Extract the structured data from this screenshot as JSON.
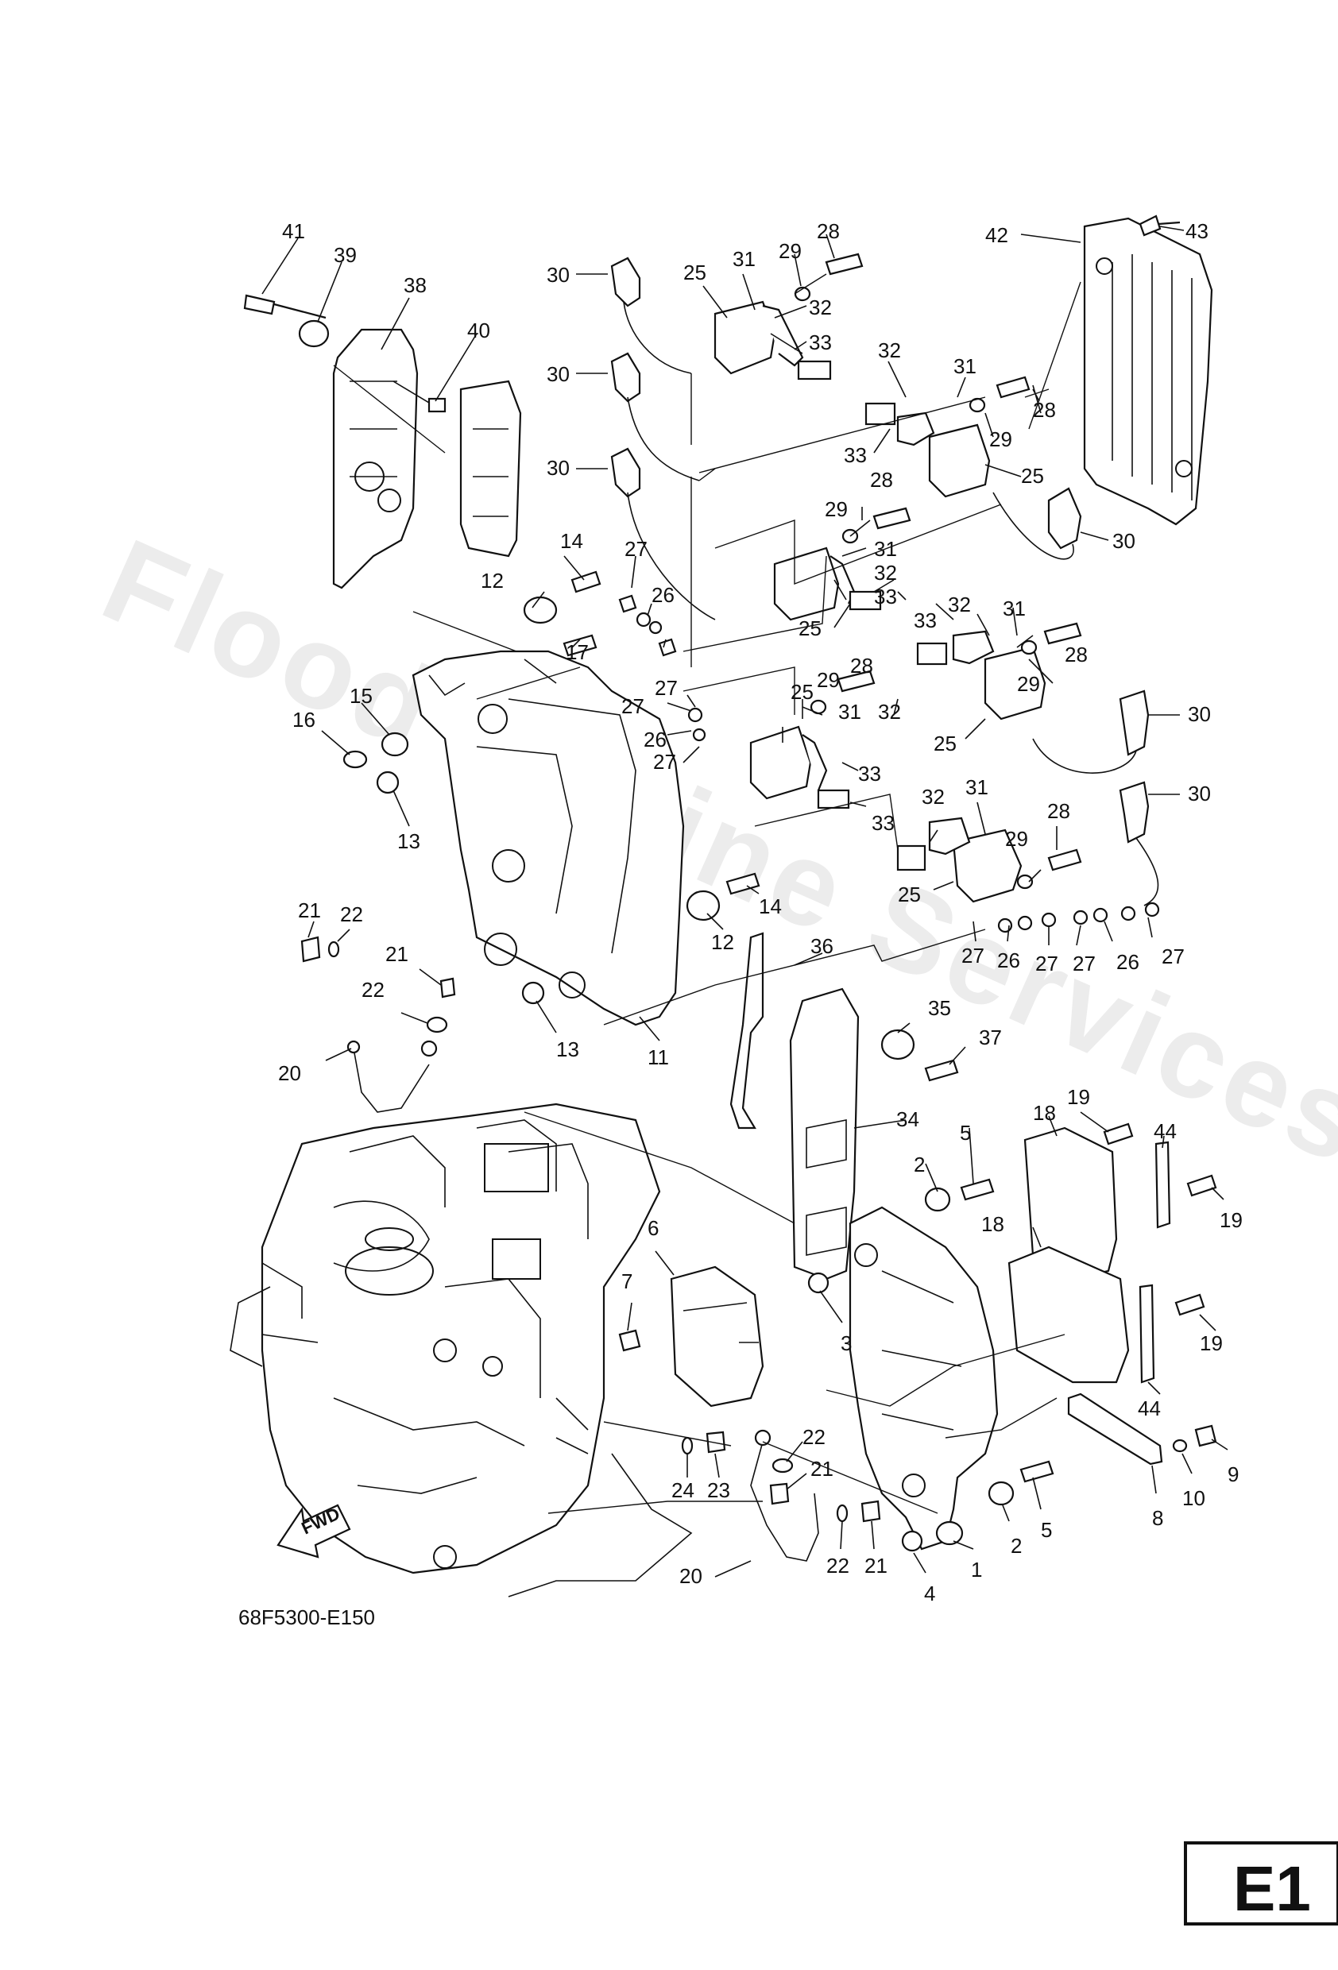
{
  "watermark": "Flood Marine Services",
  "diagram_code": "68F5300-E150",
  "page_badge": "E1",
  "forward_label": "FWD",
  "callouts": {
    "n1": "1",
    "n2a": "2",
    "n2b": "2",
    "n3": "3",
    "n4": "4",
    "n5a": "5",
    "n5b": "5",
    "n6": "6",
    "n7": "7",
    "n8": "8",
    "n9": "9",
    "n10": "10",
    "n11": "11",
    "n12a": "12",
    "n12b": "12",
    "n13a": "13",
    "n13b": "13",
    "n14a": "14",
    "n14b": "14",
    "n15": "15",
    "n16": "16",
    "n17": "17",
    "n18a": "18",
    "n18b": "18",
    "n19a": "19",
    "n19b": "19",
    "n19c": "19",
    "n20a": "20",
    "n20b": "20",
    "n21a": "21",
    "n21b": "21",
    "n21c": "21",
    "n21d": "21",
    "n22a": "22",
    "n22b": "22",
    "n22c": "22",
    "n22d": "22",
    "n23": "23",
    "n24": "24",
    "n25a": "25",
    "n25b": "25",
    "n25c": "25",
    "n25d": "25",
    "n25e": "25",
    "n25f": "25",
    "n26a": "26",
    "n26b": "26",
    "n26c": "26",
    "n26d": "26",
    "n27a": "27",
    "n27b": "27",
    "n27c": "27",
    "n27d": "27",
    "n27e": "27",
    "n27f": "27",
    "n27g": "27",
    "n27h": "27",
    "n28a": "28",
    "n28b": "28",
    "n28c": "28",
    "n28d": "28",
    "n28e": "28",
    "n28f": "28",
    "n29a": "29",
    "n29b": "29",
    "n29c": "29",
    "n29d": "29",
    "n29e": "29",
    "n29f": "29",
    "n30a": "30",
    "n30b": "30",
    "n30c": "30",
    "n30d": "30",
    "n30e": "30",
    "n30f": "30",
    "n31a": "31",
    "n31b": "31",
    "n31c": "31",
    "n31d": "31",
    "n31e": "31",
    "n31f": "31",
    "n32a": "32",
    "n32b": "32",
    "n32c": "32",
    "n32d": "32",
    "n32e": "32",
    "n32f": "32",
    "n33a": "33",
    "n33b": "33",
    "n33c": "33",
    "n33d": "33",
    "n33e": "33",
    "n33f": "33",
    "n34": "34",
    "n35": "35",
    "n36": "36",
    "n37": "37",
    "n38": "38",
    "n39": "39",
    "n40": "40",
    "n41": "41",
    "n42": "42",
    "n43": "43",
    "n44a": "44",
    "n44b": "44"
  }
}
